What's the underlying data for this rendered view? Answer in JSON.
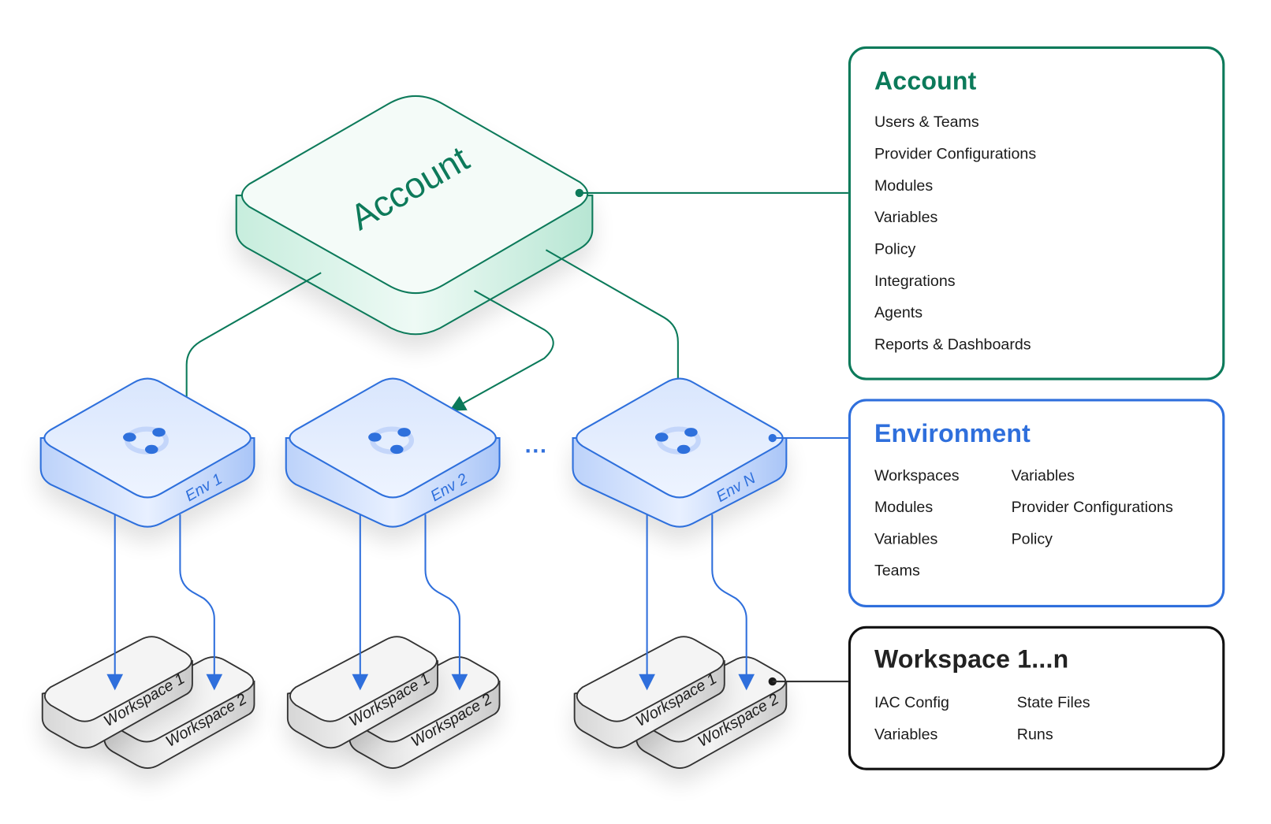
{
  "diagram": {
    "account_node": {
      "label": "Account"
    },
    "environments": [
      {
        "label": "Env 1",
        "workspaces": [
          "Workspace 1",
          "Workspace 2"
        ]
      },
      {
        "label": "Env 2",
        "workspaces": [
          "Workspace 1",
          "Workspace 2"
        ]
      },
      {
        "label": "Env N",
        "workspaces": [
          "Workspace 1",
          "Workspace 2"
        ]
      }
    ],
    "ellipsis": "···",
    "colors": {
      "account": "#0b7a5a",
      "account_fill": "#d7f2e8",
      "environment": "#2f6fdc",
      "environment_fill": "#dbe7fd",
      "workspace": "#2a2a2a",
      "workspace_fill": "#f2f2f2"
    }
  },
  "legend": {
    "account": {
      "title": "Account",
      "items": [
        "Users & Teams",
        "Provider Configurations",
        "Modules",
        "Variables",
        "Policy",
        "Integrations",
        "Agents",
        "Reports & Dashboards"
      ]
    },
    "environment": {
      "title": "Environment",
      "col1": [
        "Workspaces",
        "Modules",
        "Variables",
        "Teams"
      ],
      "col2": [
        "Variables",
        "Provider Configurations",
        "Policy"
      ]
    },
    "workspace": {
      "title": "Workspace 1...n",
      "col1": [
        "IAC Config",
        "Variables"
      ],
      "col2": [
        "State Files",
        "Runs"
      ]
    }
  }
}
